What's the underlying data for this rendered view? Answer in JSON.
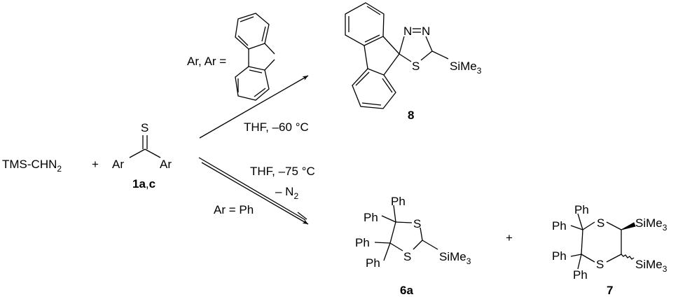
{
  "reagent": {
    "main": "TMS-CHN",
    "sub": "2"
  },
  "plus": "+",
  "thioketone": {
    "s": "S",
    "ar_left": "Ar",
    "ar_right": "Ar",
    "label_1": "1a",
    "label_sep": ",",
    "label_2": "c"
  },
  "upper_path": {
    "ar_definition": "Ar, Ar =",
    "conditions": "THF, –60 °C"
  },
  "lower_path": {
    "conditions": "THF, –75 °C",
    "loss": "– N",
    "loss_sub": "2",
    "ar_definition": "Ar = Ph"
  },
  "product_8": {
    "n1": "N",
    "n2": "N",
    "s": "S",
    "sime": "SiMe",
    "sub": "3",
    "label": "8"
  },
  "product_6a": {
    "ph": "Ph",
    "s": "S",
    "sime": "SiMe",
    "sub": "3",
    "label": "6a"
  },
  "product_plus": "+",
  "product_7": {
    "ph": "Ph",
    "s": "S",
    "sime": "SiMe",
    "sub": "3",
    "label": "7"
  }
}
